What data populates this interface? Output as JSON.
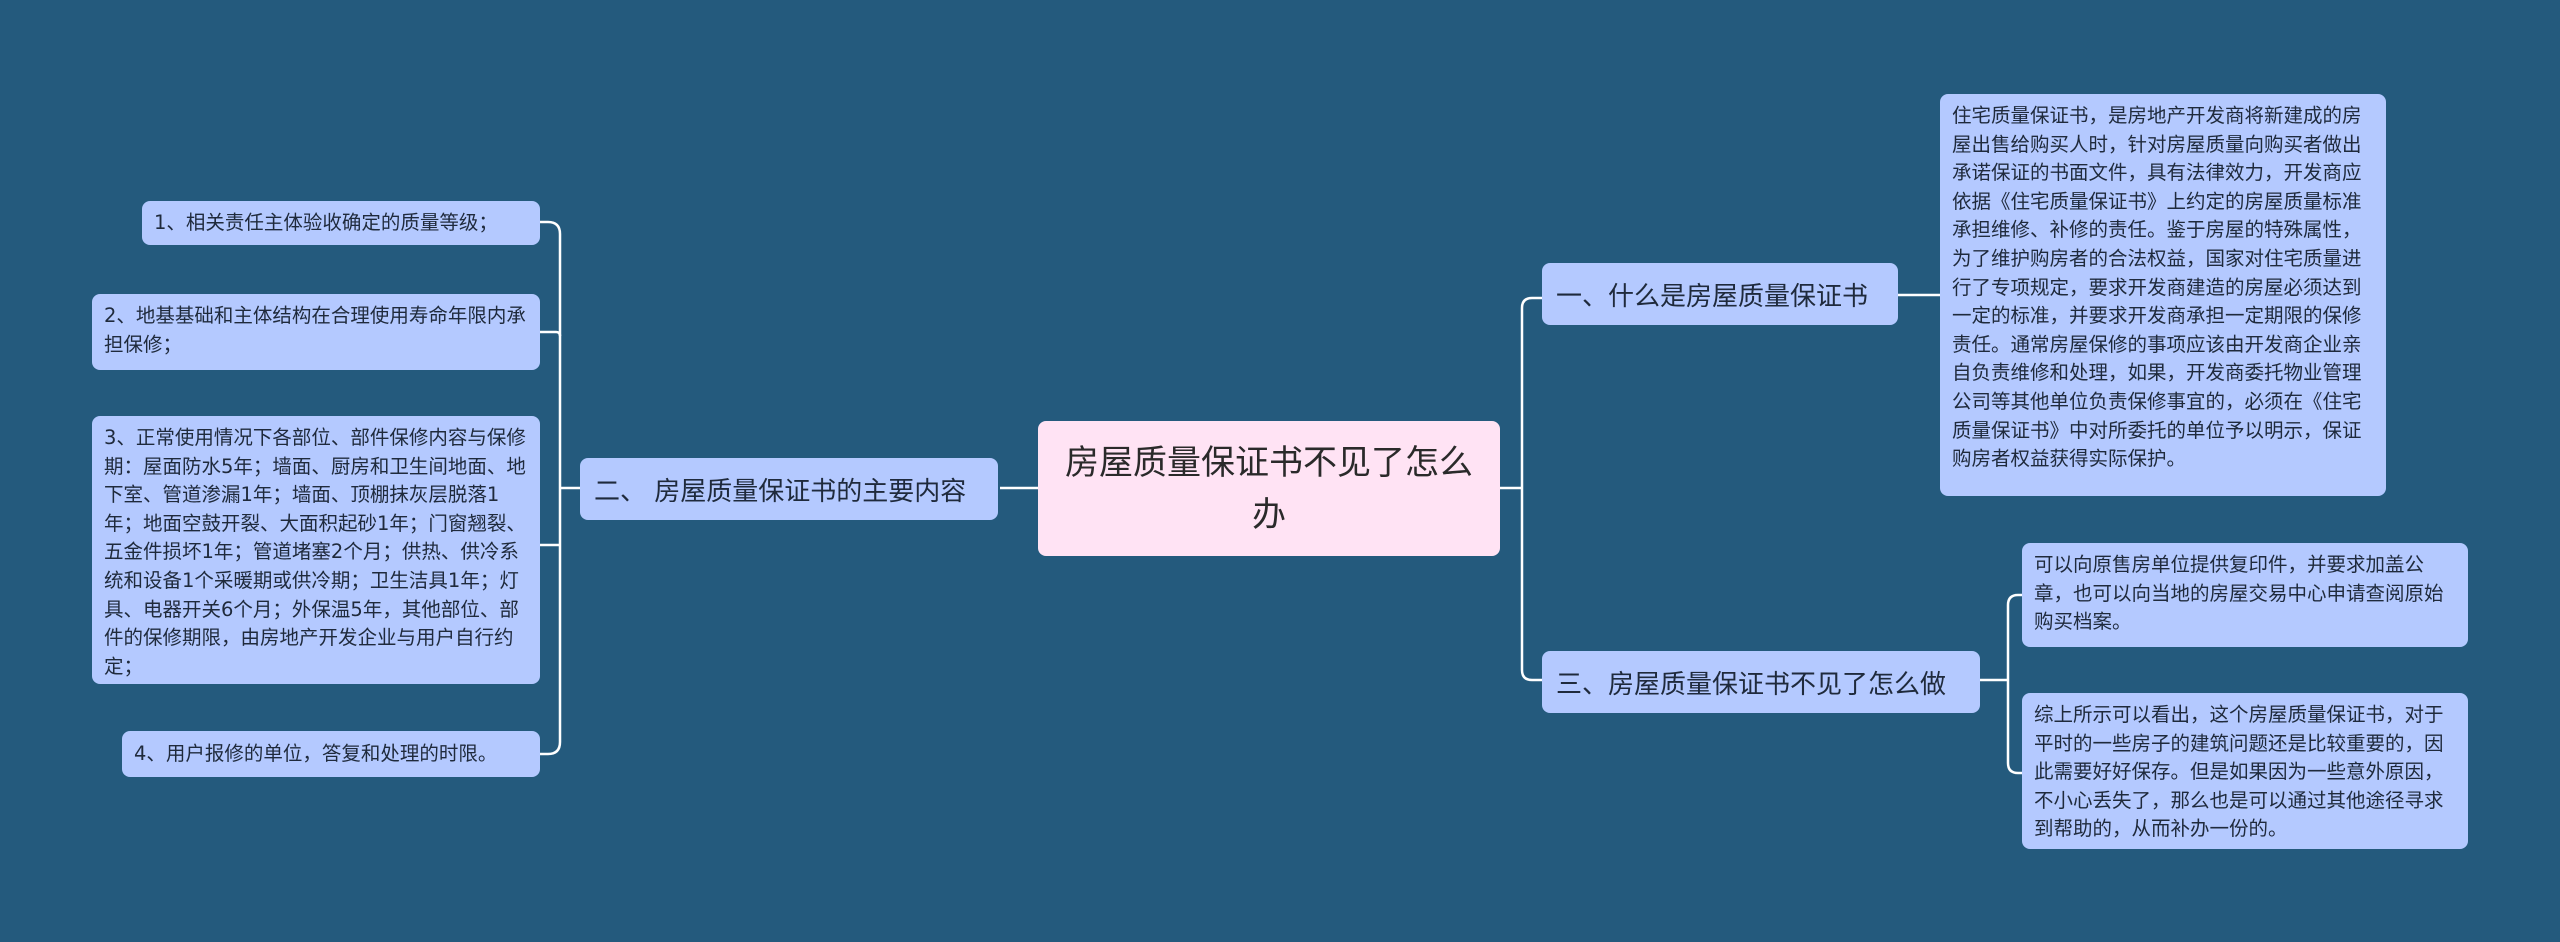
{
  "root": {
    "title": "房屋质量保证书不见了怎么办"
  },
  "left_branch": {
    "label": "二、 房屋质量保证书的主要内容",
    "items": [
      "1、相关责任主体验收确定的质量等级；",
      "2、地基基础和主体结构在合理使用寿命年限内承担保修；",
      "3、正常使用情况下各部位、部件保修内容与保修期：屋面防水5年；墙面、厨房和卫生间地面、地下室、管道渗漏1年；墙面、顶棚抹灰层脱落1年；地面空鼓开裂、大面积起砂1年；门窗翘裂、五金件损坏1年；管道堵塞2个月；供热、供冷系统和设备1个采暖期或供冷期；卫生洁具1年；灯具、电器开关6个月；外保温5年，其他部位、部件的保修期限，由房地产开发企业与用户自行约定；",
      "4、用户报修的单位，答复和处理的时限。"
    ]
  },
  "right_branch_1": {
    "label": "一、什么是房屋质量保证书",
    "items": [
      "住宅质量保证书，是房地产开发商将新建成的房屋出售给购买人时，针对房屋质量向购买者做出承诺保证的书面文件，具有法律效力，开发商应依据《住宅质量保证书》上约定的房屋质量标准承担维修、补修的责任。鉴于房屋的特殊属性，为了维护购房者的合法权益，国家对住宅质量进行了专项规定，要求开发商建造的房屋必须达到一定的标准，并要求开发商承担一定期限的保修责任。通常房屋保修的事项应该由开发商企业亲自负责维修和处理，如果，开发商委托物业管理公司等其他单位负责保修事宜的，必须在《住宅质量保证书》中对所委托的单位予以明示，保证购房者权益获得实际保护。"
    ]
  },
  "right_branch_3": {
    "label": "三、房屋质量保证书不见了怎么做",
    "items": [
      "可以向原售房单位提供复印件，并要求加盖公章，也可以向当地的房屋交易中心申请查阅原始购买档案。",
      "综上所示可以看出，这个房屋质量保证书，对于平时的一些房子的建筑问题还是比较重要的，因此需要好好保存。但是如果因为一些意外原因，不小心丢失了，那么也是可以通过其他途径寻求到帮助的，从而补办一份的。"
    ]
  }
}
